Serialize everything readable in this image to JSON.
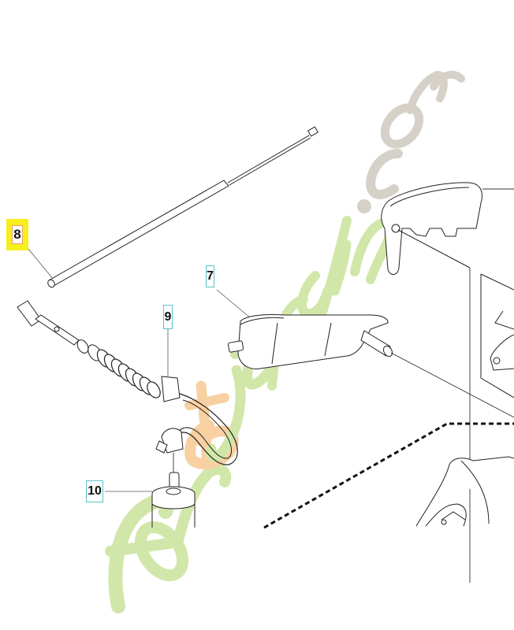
{
  "diagram": {
    "type": "exploded-parts-diagram",
    "background": "#ffffff",
    "line_color": "#222222",
    "callouts": [
      {
        "id": "8",
        "label": "8",
        "style": "highlighted",
        "highlight_color": "#f7ee1e",
        "part": "gas strut / rod"
      },
      {
        "id": "7",
        "label": "7",
        "style": "boxed",
        "box_color": "#59c3c8",
        "part": "lever / trigger housing"
      },
      {
        "id": "9",
        "label": "9",
        "style": "boxed",
        "box_color": "#59c3c8",
        "part": "cable with spring"
      },
      {
        "id": "10",
        "label": "10",
        "style": "boxed",
        "box_color": "#59c3c8",
        "part": "grease nipple / cap cylinder"
      }
    ]
  },
  "watermark": {
    "text_main": "foretjardin",
    "text_suffix": ".com",
    "color_green": "#c9e39a",
    "color_orange": "#f7c890",
    "color_grey": "#cfc9bf"
  }
}
